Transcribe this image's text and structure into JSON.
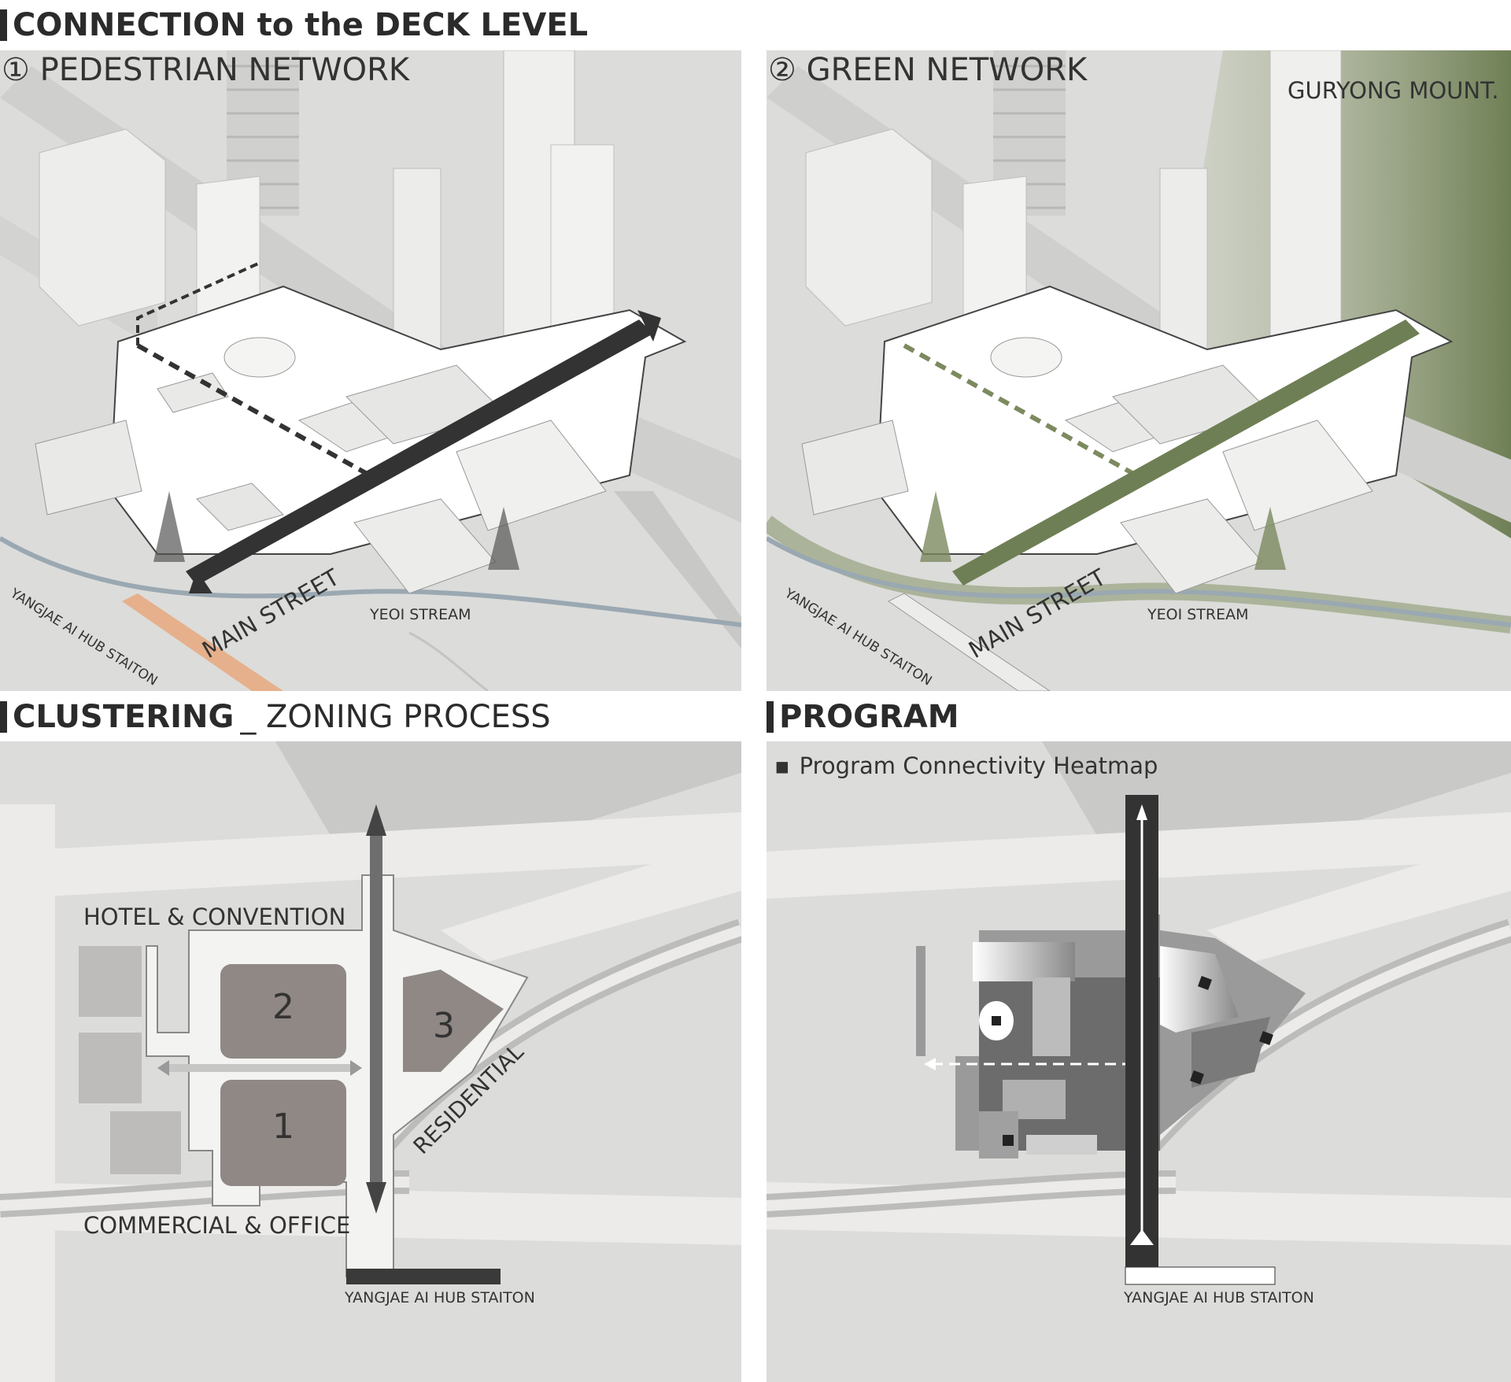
{
  "top_section": {
    "title": "CONNECTION to the DECK LEVEL"
  },
  "panel1": {
    "title": "① PEDESTRIAN NETWORK",
    "main_street": "MAIN STREET",
    "stream": "YEOI STREAM",
    "station": "YANGJAE AI HUB STAITON"
  },
  "panel2": {
    "title": "② GREEN NETWORK",
    "mountain": "GURYONG MOUNT.",
    "main_street": "MAIN STREET",
    "stream": "YEOI STREAM",
    "station": "YANGJAE AI HUB STAITON"
  },
  "clustering": {
    "title_bold": "CLUSTERING",
    "title_light": "_ ZONING PROCESS",
    "hotel": "HOTEL & CONVENTION",
    "commercial": "COMMERCIAL & OFFICE",
    "residential": "RESIDENTIAL",
    "station": "YANGJAE AI HUB STAITON",
    "zones": [
      "1",
      "2",
      "3"
    ]
  },
  "program": {
    "title": "PROGRAM",
    "subtitle": "Program Connectivity Heatmap",
    "station": "YANGJAE AI HUB STAITON"
  },
  "colors": {
    "map_bg": "#d9d9d7",
    "road": "#ecebea",
    "dark": "#333333",
    "green": "#6f7f55",
    "station_orange": "#e6b08c",
    "zone_fill": "#8f8884"
  }
}
